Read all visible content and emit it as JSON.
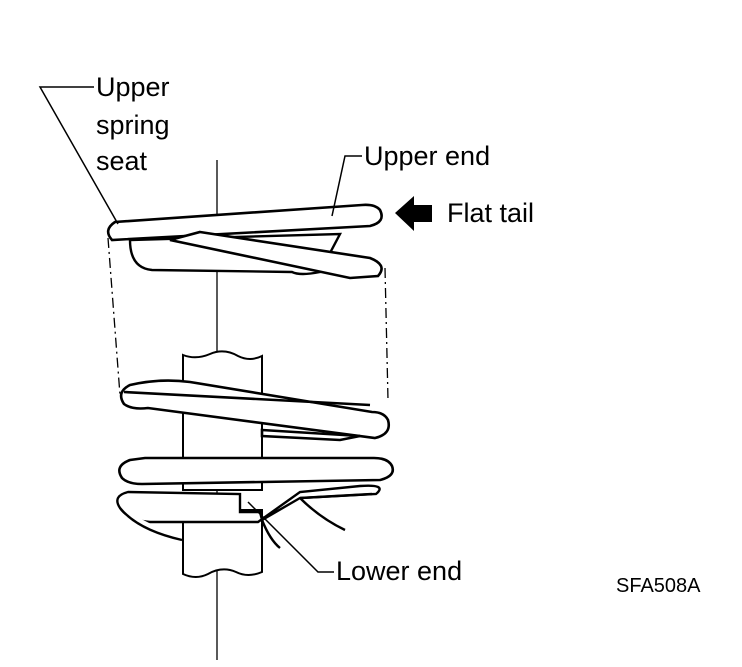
{
  "labels": {
    "upper_seat_line1": "Upper",
    "upper_seat_line2": "spring",
    "upper_seat_line3": "seat",
    "upper_end": "Upper end",
    "flat_tail": "Flat tail",
    "lower_end": "Lower end",
    "figure_code": "SFA508A"
  },
  "icons": {
    "arrow": "left-arrow-icon"
  }
}
